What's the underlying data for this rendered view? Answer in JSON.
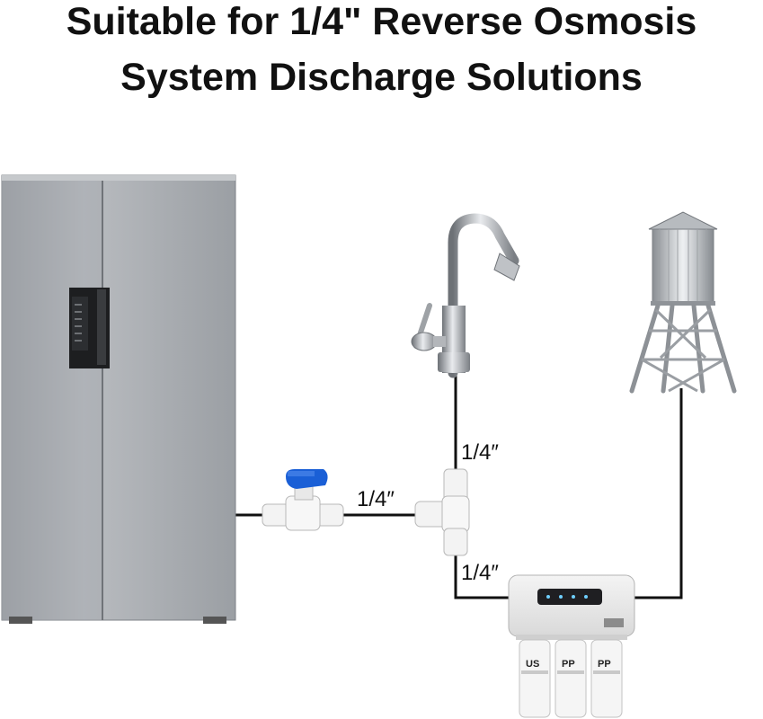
{
  "heading": {
    "line1": "Suitable for 1/4\" Reverse Osmosis",
    "line2": "System Discharge Solutions"
  },
  "labels": {
    "faucet_pipe": "1/4″",
    "valve_pipe": "1/4″",
    "filter_pipe": "1/4″"
  },
  "cartridges": [
    "US",
    "PP",
    "PP"
  ],
  "colors": {
    "pipe": "#111111",
    "valve_handle": "#1a5fd6",
    "fridge": "#a9adb2",
    "fitting": "#f2f2f2"
  },
  "icons": [
    "refrigerator-icon",
    "faucet-icon",
    "water-tower-icon",
    "ball-valve-icon",
    "tee-fitting-icon",
    "ro-filter-system-icon"
  ]
}
